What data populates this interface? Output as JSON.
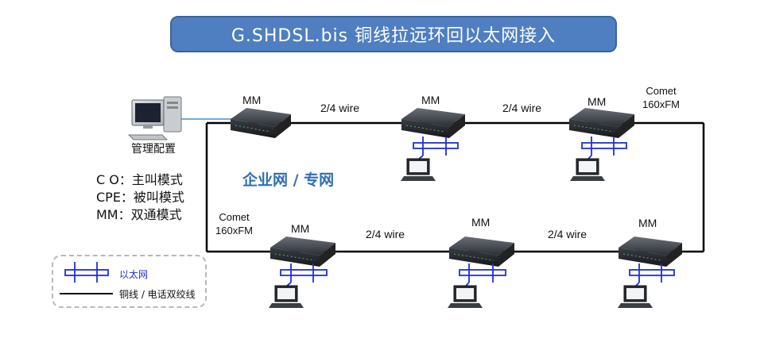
{
  "title": "G.SHDSL.bis 铜线拉远环回以太网接入",
  "management": {
    "label": "管理配置"
  },
  "network_label": "企业网 / 专网",
  "modes": {
    "co": "C O：主叫模式",
    "cpe": "CPE：被叫模式",
    "mm": "MM：双通模式"
  },
  "devices": {
    "top_1": "MM",
    "top_2": "MM",
    "top_3": "MM",
    "bottom_1": "MM",
    "bottom_2": "MM",
    "bottom_3": "MM"
  },
  "comet_top": [
    "Comet",
    "160xFM"
  ],
  "comet_bottom": [
    "Comet",
    "160xFM"
  ],
  "wires": {
    "top_1": "2/4 wire",
    "top_2": "2/4 wire",
    "bottom_1": "2/4 wire",
    "bottom_2": "2/4 wire"
  },
  "legend": {
    "ethernet": "以太网",
    "copper": "铜线 / 电话双绞线"
  },
  "colors": {
    "banner": "#4f7fc0",
    "ethernet": "#1f2fd6",
    "copper": "#000000",
    "network_text": "#2f6fb5"
  }
}
